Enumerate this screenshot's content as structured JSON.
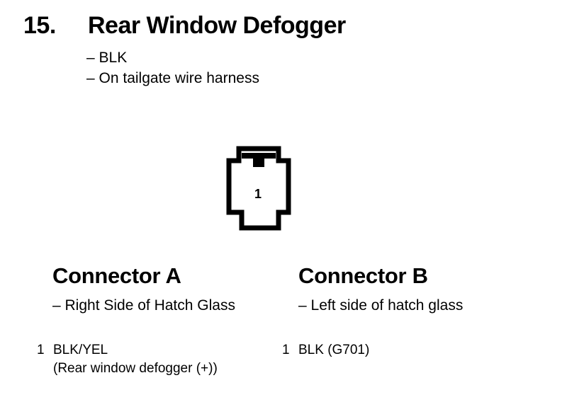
{
  "section": {
    "number": "15.",
    "title": "Rear Window Defogger",
    "details": [
      "– BLK",
      "– On tailgate wire harness"
    ]
  },
  "connector_face": {
    "pin_label": "1",
    "stroke_color": "#000000"
  },
  "connectors": [
    {
      "name": "Connector A",
      "location": "– Right Side of Hatch Glass",
      "pins": [
        {
          "number": "1",
          "wire": "BLK/YEL",
          "description": "(Rear window defogger (+))"
        }
      ]
    },
    {
      "name": "Connector B",
      "location": "– Left side of hatch glass",
      "pins": [
        {
          "number": "1",
          "wire": "BLK (G701)"
        }
      ]
    }
  ]
}
